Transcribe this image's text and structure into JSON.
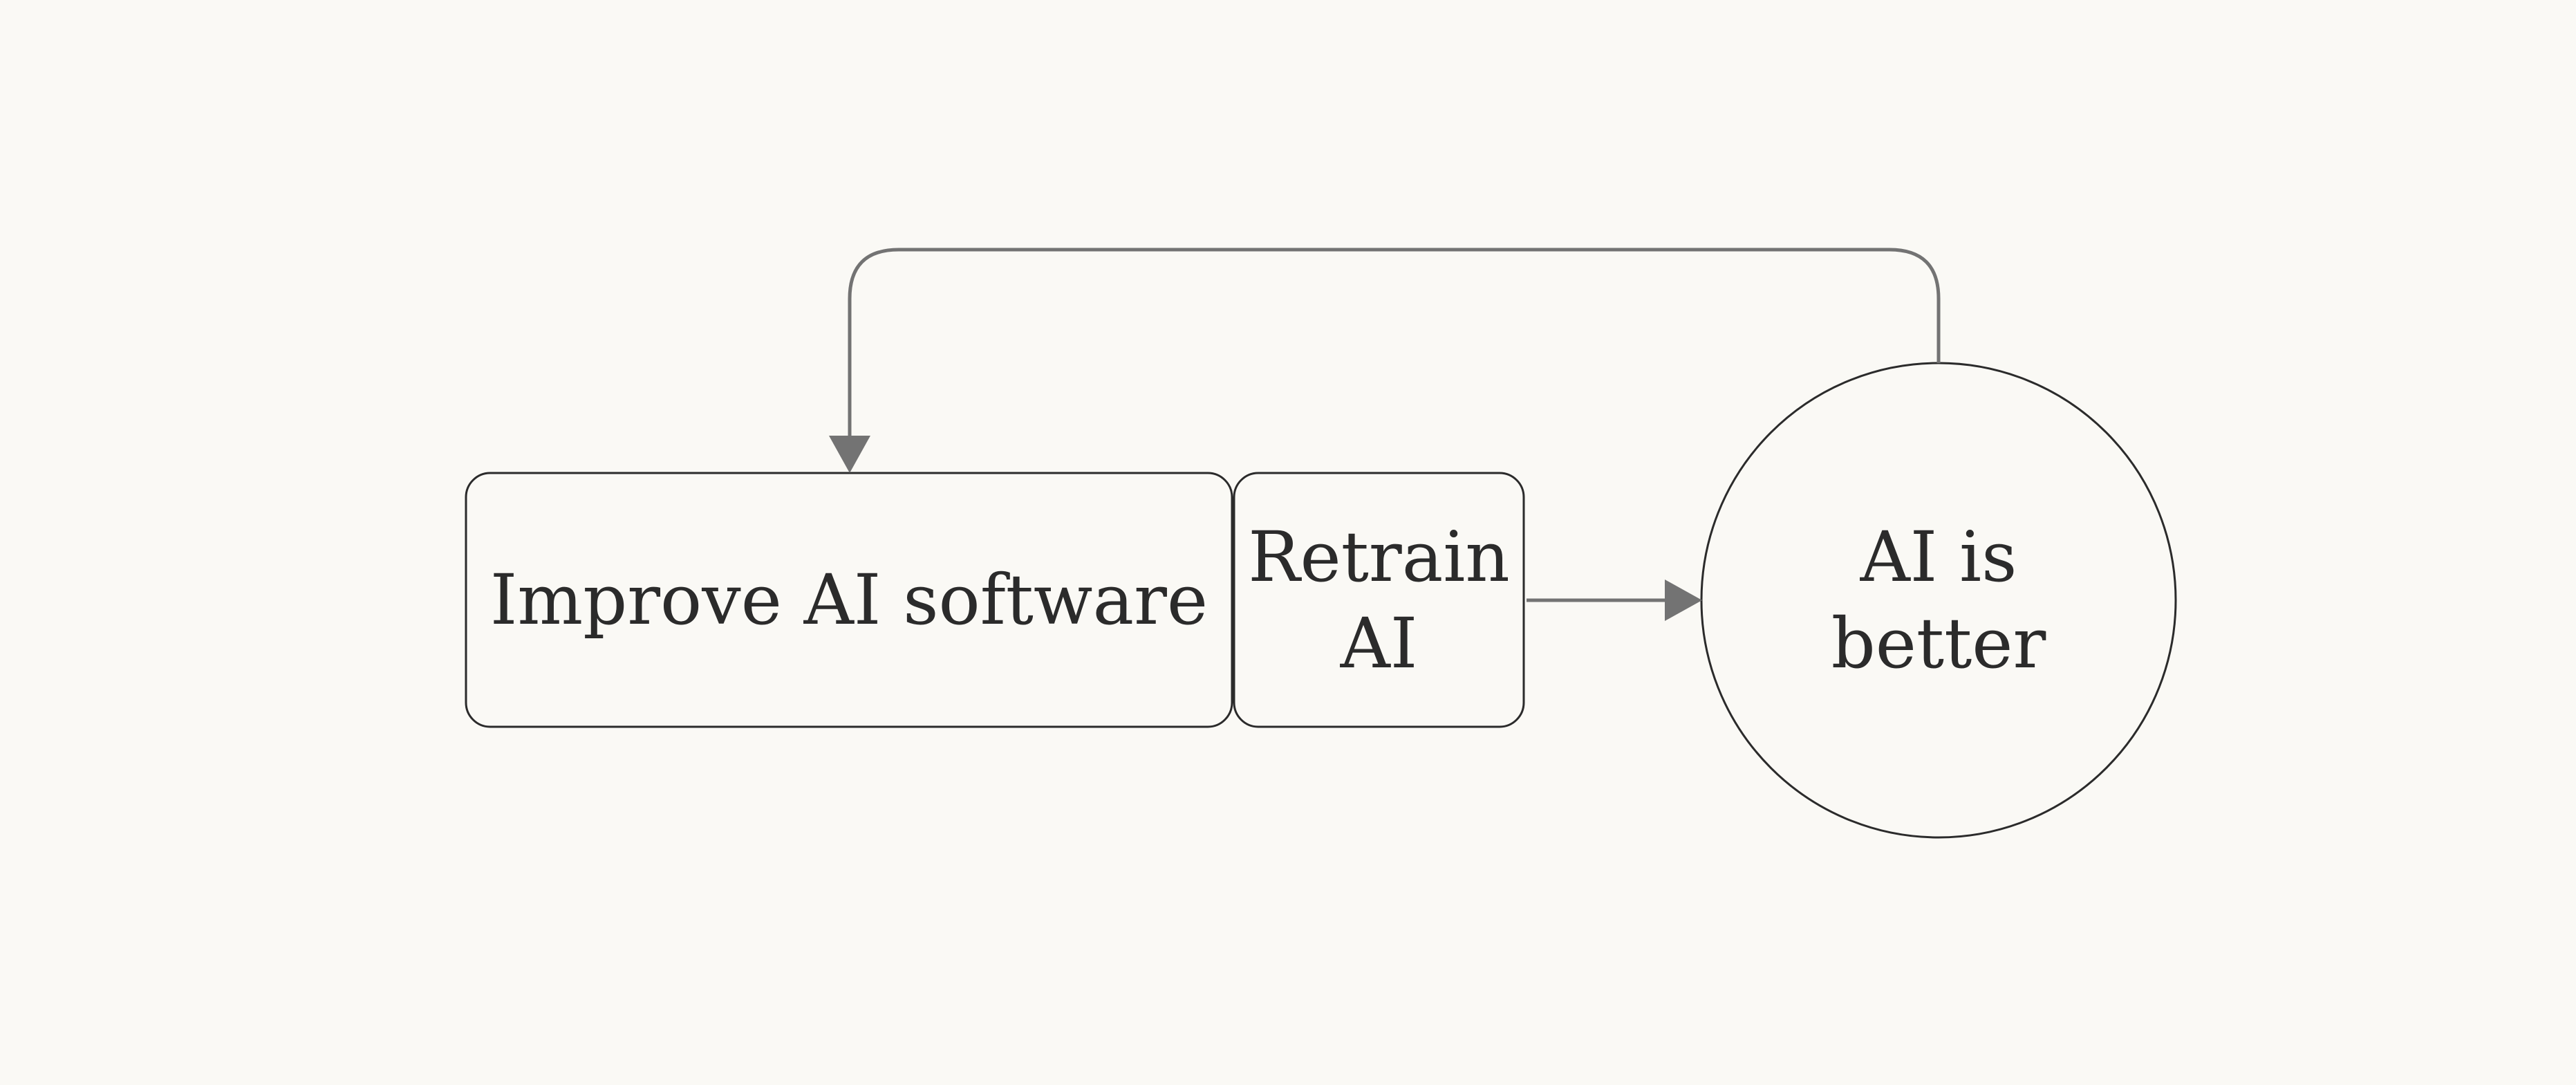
{
  "diagram": {
    "nodes": {
      "improve": {
        "label": "Improve AI software"
      },
      "retrain": {
        "label": "Retrain\nAI"
      },
      "better": {
        "label": "AI is\nbetter"
      }
    },
    "edges": [
      {
        "from": "retrain",
        "to": "better"
      },
      {
        "from": "better",
        "to": "improve"
      }
    ],
    "colors": {
      "background": "#faf9f5",
      "node_stroke": "#2b2b2b",
      "arrow": "#737373",
      "text": "#2b2b2b"
    }
  }
}
